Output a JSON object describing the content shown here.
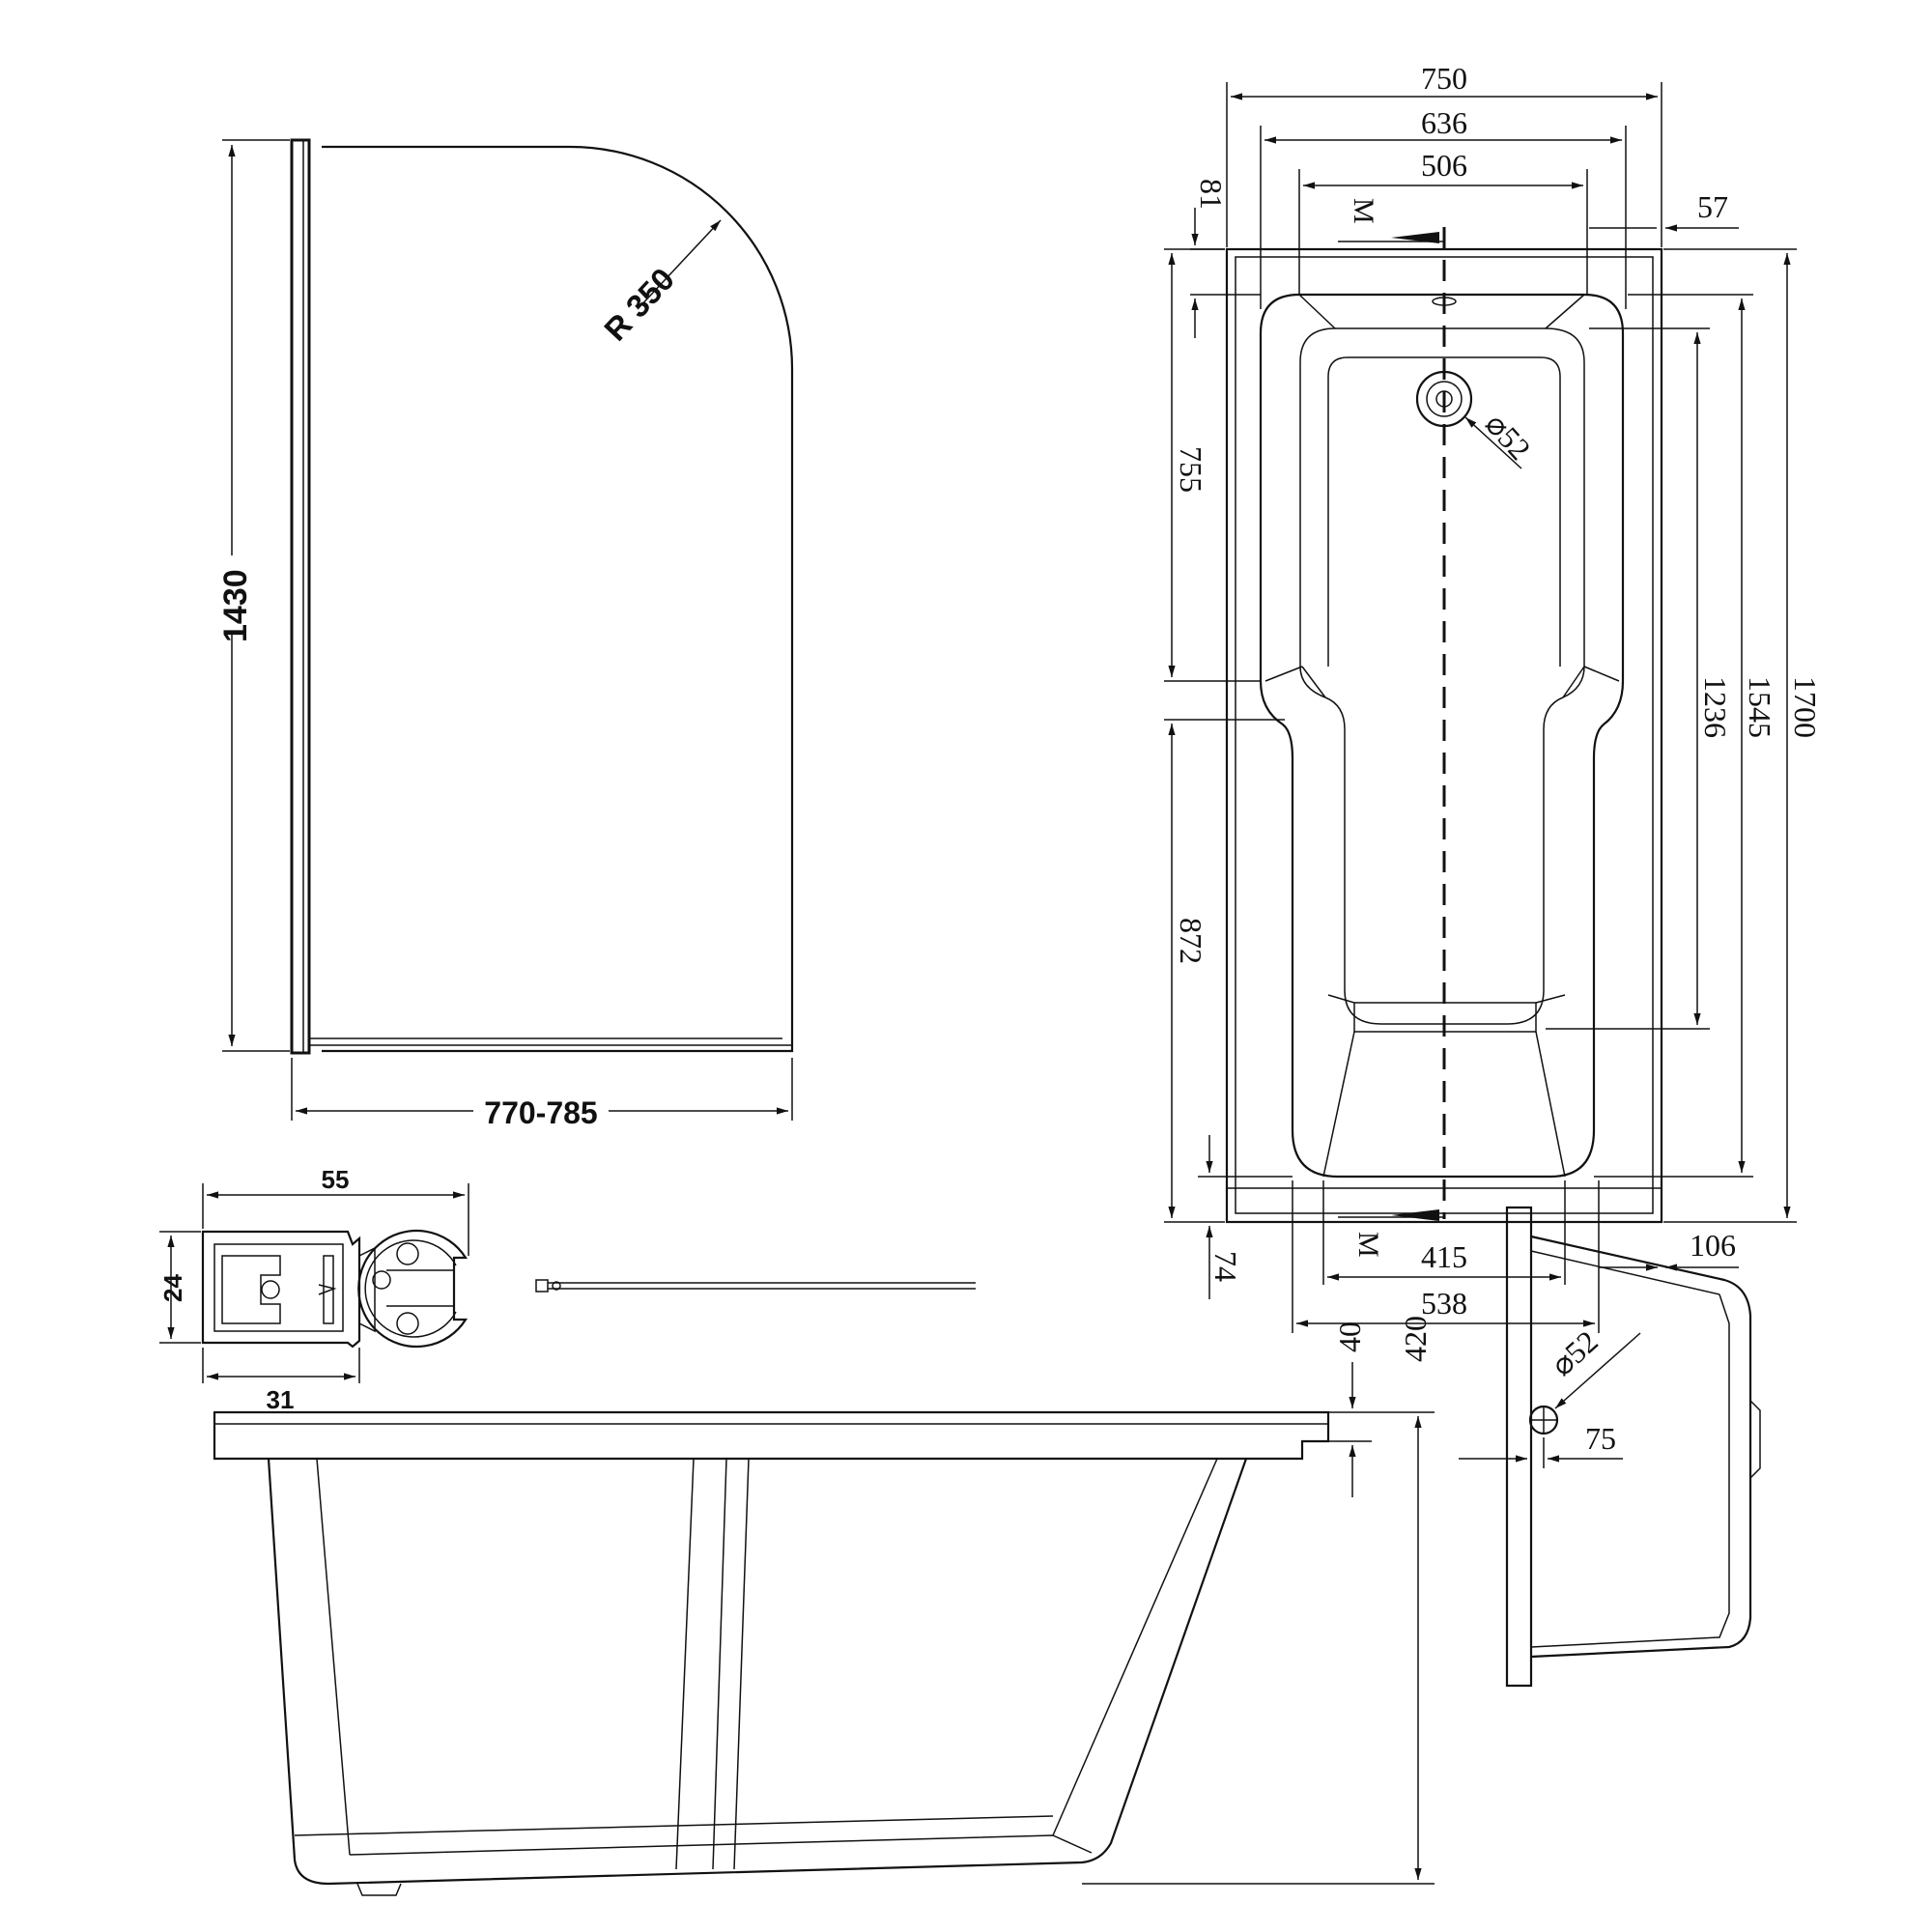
{
  "screen_dims": {
    "height": "1430",
    "width": "770-785",
    "radius": "R 350"
  },
  "profile_dims": {
    "width_total": "55",
    "height": "24",
    "width_base": "31"
  },
  "plan_dims": {
    "width_outer": "750",
    "width_mid": "636",
    "width_inner": "506",
    "top_offset": "81",
    "right_offset": "57",
    "upper_length": "755",
    "lower_length": "872",
    "inner_length": "1236",
    "mid_length": "1545",
    "total_length": "1700",
    "waste_diameter": "⌀52",
    "bottom_offset": "74",
    "foot_width_inner": "415",
    "foot_width_outer": "538",
    "bottom_right_offset": "106",
    "label_m_top": "M",
    "label_m_bottom": "M"
  },
  "side_dims": {
    "rim": "40",
    "height": "420"
  },
  "end_dims": {
    "waste_diameter": "⌀52",
    "waste_offset": "75"
  },
  "colors": {
    "line": "#111111",
    "background": "#ffffff"
  }
}
